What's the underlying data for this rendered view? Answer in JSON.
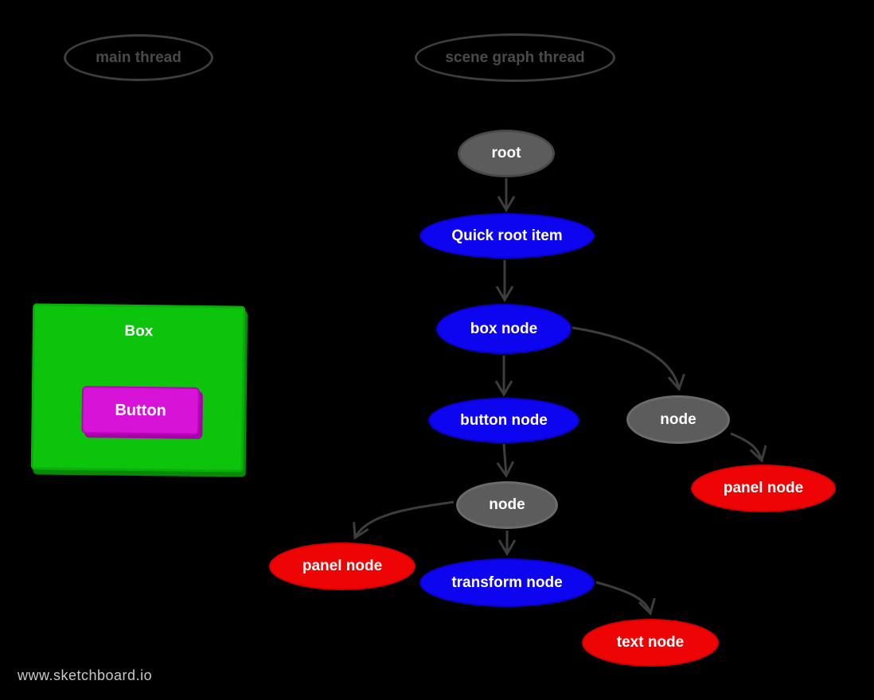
{
  "app": {
    "watermark": "www.sketchboard.io"
  },
  "colors": {
    "background": "#000000",
    "node_blue": "#0d04f0",
    "node_red": "#ee0404",
    "node_gray": "#5c5c5c",
    "box_green": "#0cc40c",
    "button_magenta": "#d613d6",
    "connector_gray": "#3d3d3d",
    "thread_outline": "#3e3e3e",
    "node_text": "#ffffff",
    "watermark_text": "#c9c9c9"
  },
  "threads": {
    "main": "main thread",
    "scene": "scene graph thread"
  },
  "ui_box": {
    "box_label": "Box",
    "button_label": "Button"
  },
  "nodes": {
    "root": "root",
    "quick_root_item": "Quick root item",
    "box_node": "box node",
    "button_node": "button node",
    "node_right": "node",
    "panel_node_right": "panel node",
    "node_mid": "node",
    "panel_node_left": "panel node",
    "transform_node": "transform node",
    "text_node": "text node"
  }
}
